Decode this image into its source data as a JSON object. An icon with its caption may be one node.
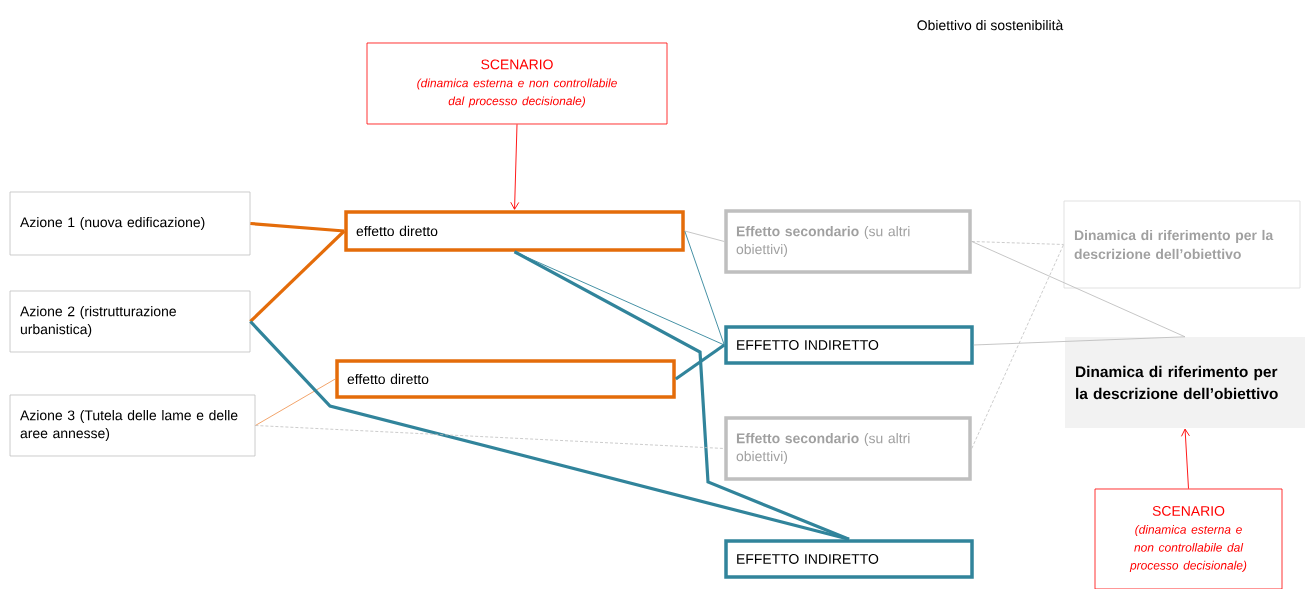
{
  "diagram": {
    "title": "Obiettivo di sostenibilità",
    "nodes": [
      {
        "text": [
          "SCENARIO",
          "(dinamica esterna e non controllabile dal processo decisionale)"
        ]
      },
      {
        "text": [
          "Azione 1 (nuova edificazione)"
        ]
      },
      {
        "text": [
          "Azione 2 (ristrutturazione urbanistica)"
        ]
      },
      {
        "text": [
          "Azione 3 (Tutela delle lame e delle aree annesse)"
        ]
      },
      {
        "text": [
          "effetto diretto"
        ]
      },
      {
        "text": [
          "effetto diretto"
        ]
      },
      {
        "text": [
          "**Effetto secondario** (su altri obiettivi)"
        ]
      },
      {
        "text": [
          "EFFETTO INDIRETTO"
        ]
      },
      {
        "text": [
          "**Effetto secondario** (su altri obiettivi)"
        ]
      },
      {
        "text": [
          "EFFETTO INDIRETTO"
        ]
      },
      {
        "text": [
          "Dinamica di riferimento per la descrizione dell’obiettivo"
        ]
      },
      {
        "text": [
          "Dinamica di riferimento per la descrizione dell’obiettivo"
        ]
      },
      {
        "text": [
          "SCENARIO",
          "(dinamica esterna e non controllabile dal processo decisionale)"
        ]
      }
    ],
    "edges": [
      {
        "from": 0,
        "to": 4,
        "arrow": "to",
        "color": "#ff0000"
      },
      {
        "from": 12,
        "to": 11,
        "arrow": "to",
        "color": "#ff0000"
      },
      {
        "from": 1,
        "to": 4,
        "arrow": "none",
        "style": "thick",
        "color": "#e46c0a"
      },
      {
        "from": 2,
        "to": 4,
        "arrow": "none",
        "style": "thick",
        "color": "#e46c0a"
      },
      {
        "from": 3,
        "to": 5,
        "arrow": "none",
        "color": "#f09a5a"
      },
      {
        "from": 2,
        "to": 9,
        "arrow": "none",
        "style": "thick",
        "color": "#31849b"
      },
      {
        "from": 4,
        "to": 9,
        "arrow": "none",
        "style": "thick",
        "color": "#31849b"
      },
      {
        "from": 4,
        "to": 7,
        "arrow": "none",
        "color": "#31849b"
      },
      {
        "from": 4,
        "to": 7,
        "arrow": "none",
        "color": "#31849b"
      },
      {
        "from": 5,
        "to": 7,
        "arrow": "none",
        "style": "thick",
        "color": "#31849b"
      },
      {
        "from": 4,
        "to": 6,
        "arrow": "none",
        "color": "#bfbfbf"
      },
      {
        "from": 3,
        "to": 8,
        "arrow": "none",
        "style": "dashed",
        "color": "#bfbfbf"
      },
      {
        "from": 6,
        "to": 10,
        "arrow": "none",
        "style": "dashed",
        "color": "#bfbfbf"
      },
      {
        "from": 8,
        "to": 10,
        "arrow": "none",
        "style": "dashed",
        "color": "#bfbfbf"
      },
      {
        "from": 6,
        "to": 11,
        "arrow": "none",
        "color": "#bfbfbf"
      },
      {
        "from": 7,
        "to": 11,
        "arrow": "none",
        "color": "#bfbfbf"
      }
    ]
  }
}
